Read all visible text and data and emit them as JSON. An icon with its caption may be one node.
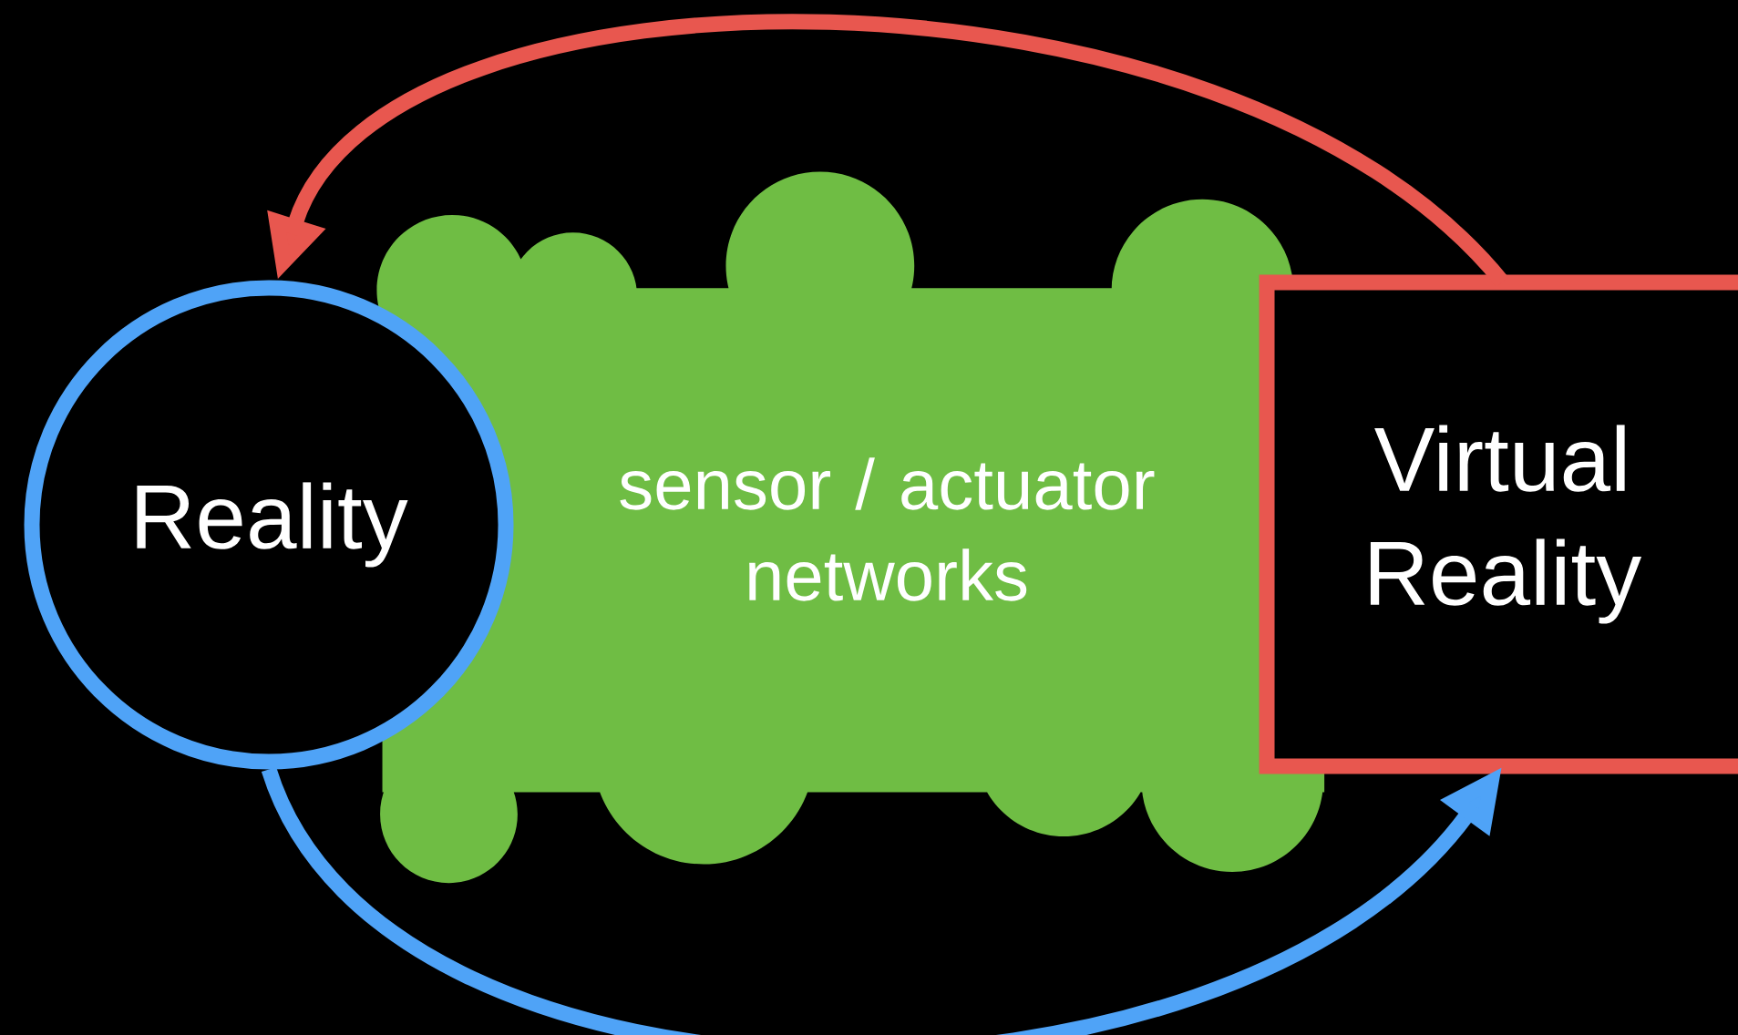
{
  "diagram": {
    "nodes": [
      {
        "text": [
          "Reality"
        ]
      },
      {
        "text": [
          "sensor / actuator networks"
        ]
      },
      {
        "text": [
          "Virtual Reality"
        ]
      }
    ],
    "edges": [
      {
        "from": 2,
        "to": 0,
        "arrow": "to",
        "color": "#e8574f"
      },
      {
        "from": 0,
        "to": 2,
        "arrow": "to",
        "color": "#4fa3f7"
      }
    ]
  }
}
